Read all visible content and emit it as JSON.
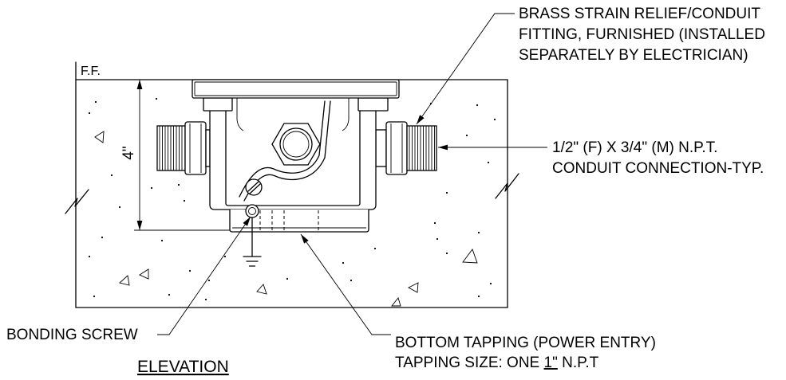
{
  "view_title": "ELEVATION",
  "slab": {
    "finish_floor_label": "F.F."
  },
  "dimension": {
    "depth_label": "4\""
  },
  "callouts": {
    "strain_relief": {
      "lines": [
        "BRASS STRAIN RELIEF/CONDUIT",
        "FITTING, FURNISHED (INSTALLED",
        "SEPARATELY BY ELECTRICIAN)"
      ]
    },
    "conduit_connection": {
      "lines": [
        "1/2\" (F) X 3/4\" (M) N.P.T.",
        "CONDUIT CONNECTION-TYP."
      ]
    },
    "bonding_screw": {
      "label": "BONDING SCREW"
    },
    "bottom_tapping": {
      "line1": "BOTTOM TAPPING (POWER ENTRY)",
      "line2_prefix": "TAPPING SIZE: ONE ",
      "line2_size": "1\"",
      "line2_suffix": " N.P.T"
    }
  }
}
